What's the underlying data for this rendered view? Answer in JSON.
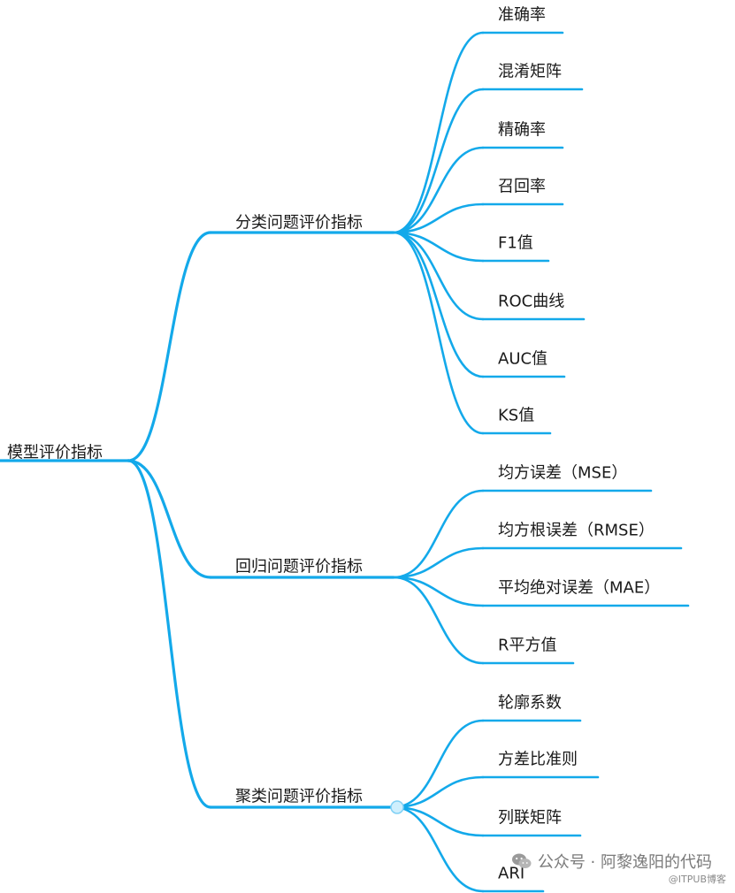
{
  "theme": {
    "line_color": "#13a9ea",
    "text_color": "#1a1a1a",
    "background": "#ffffff"
  },
  "root": {
    "label": "模型评价指标"
  },
  "branches": [
    {
      "label": "分类问题评价指标",
      "children": [
        "准确率",
        "混淆矩阵",
        "精确率",
        "召回率",
        "F1值",
        "ROC曲线",
        "AUC值",
        "KS值"
      ]
    },
    {
      "label": "回归问题评价指标",
      "children": [
        "均方误差（MSE）",
        "均方根误差（RMSE）",
        "平均绝对误差（MAE）",
        "R平方值"
      ]
    },
    {
      "label": "聚类问题评价指标",
      "children": [
        "轮廓系数",
        "方差比准则",
        "列联矩阵",
        "ARI"
      ]
    }
  ],
  "watermark": {
    "text": "公众号 · 阿黎逸阳的代码",
    "sub": "@ITPUB博客",
    "icon": "wechat-icon"
  }
}
